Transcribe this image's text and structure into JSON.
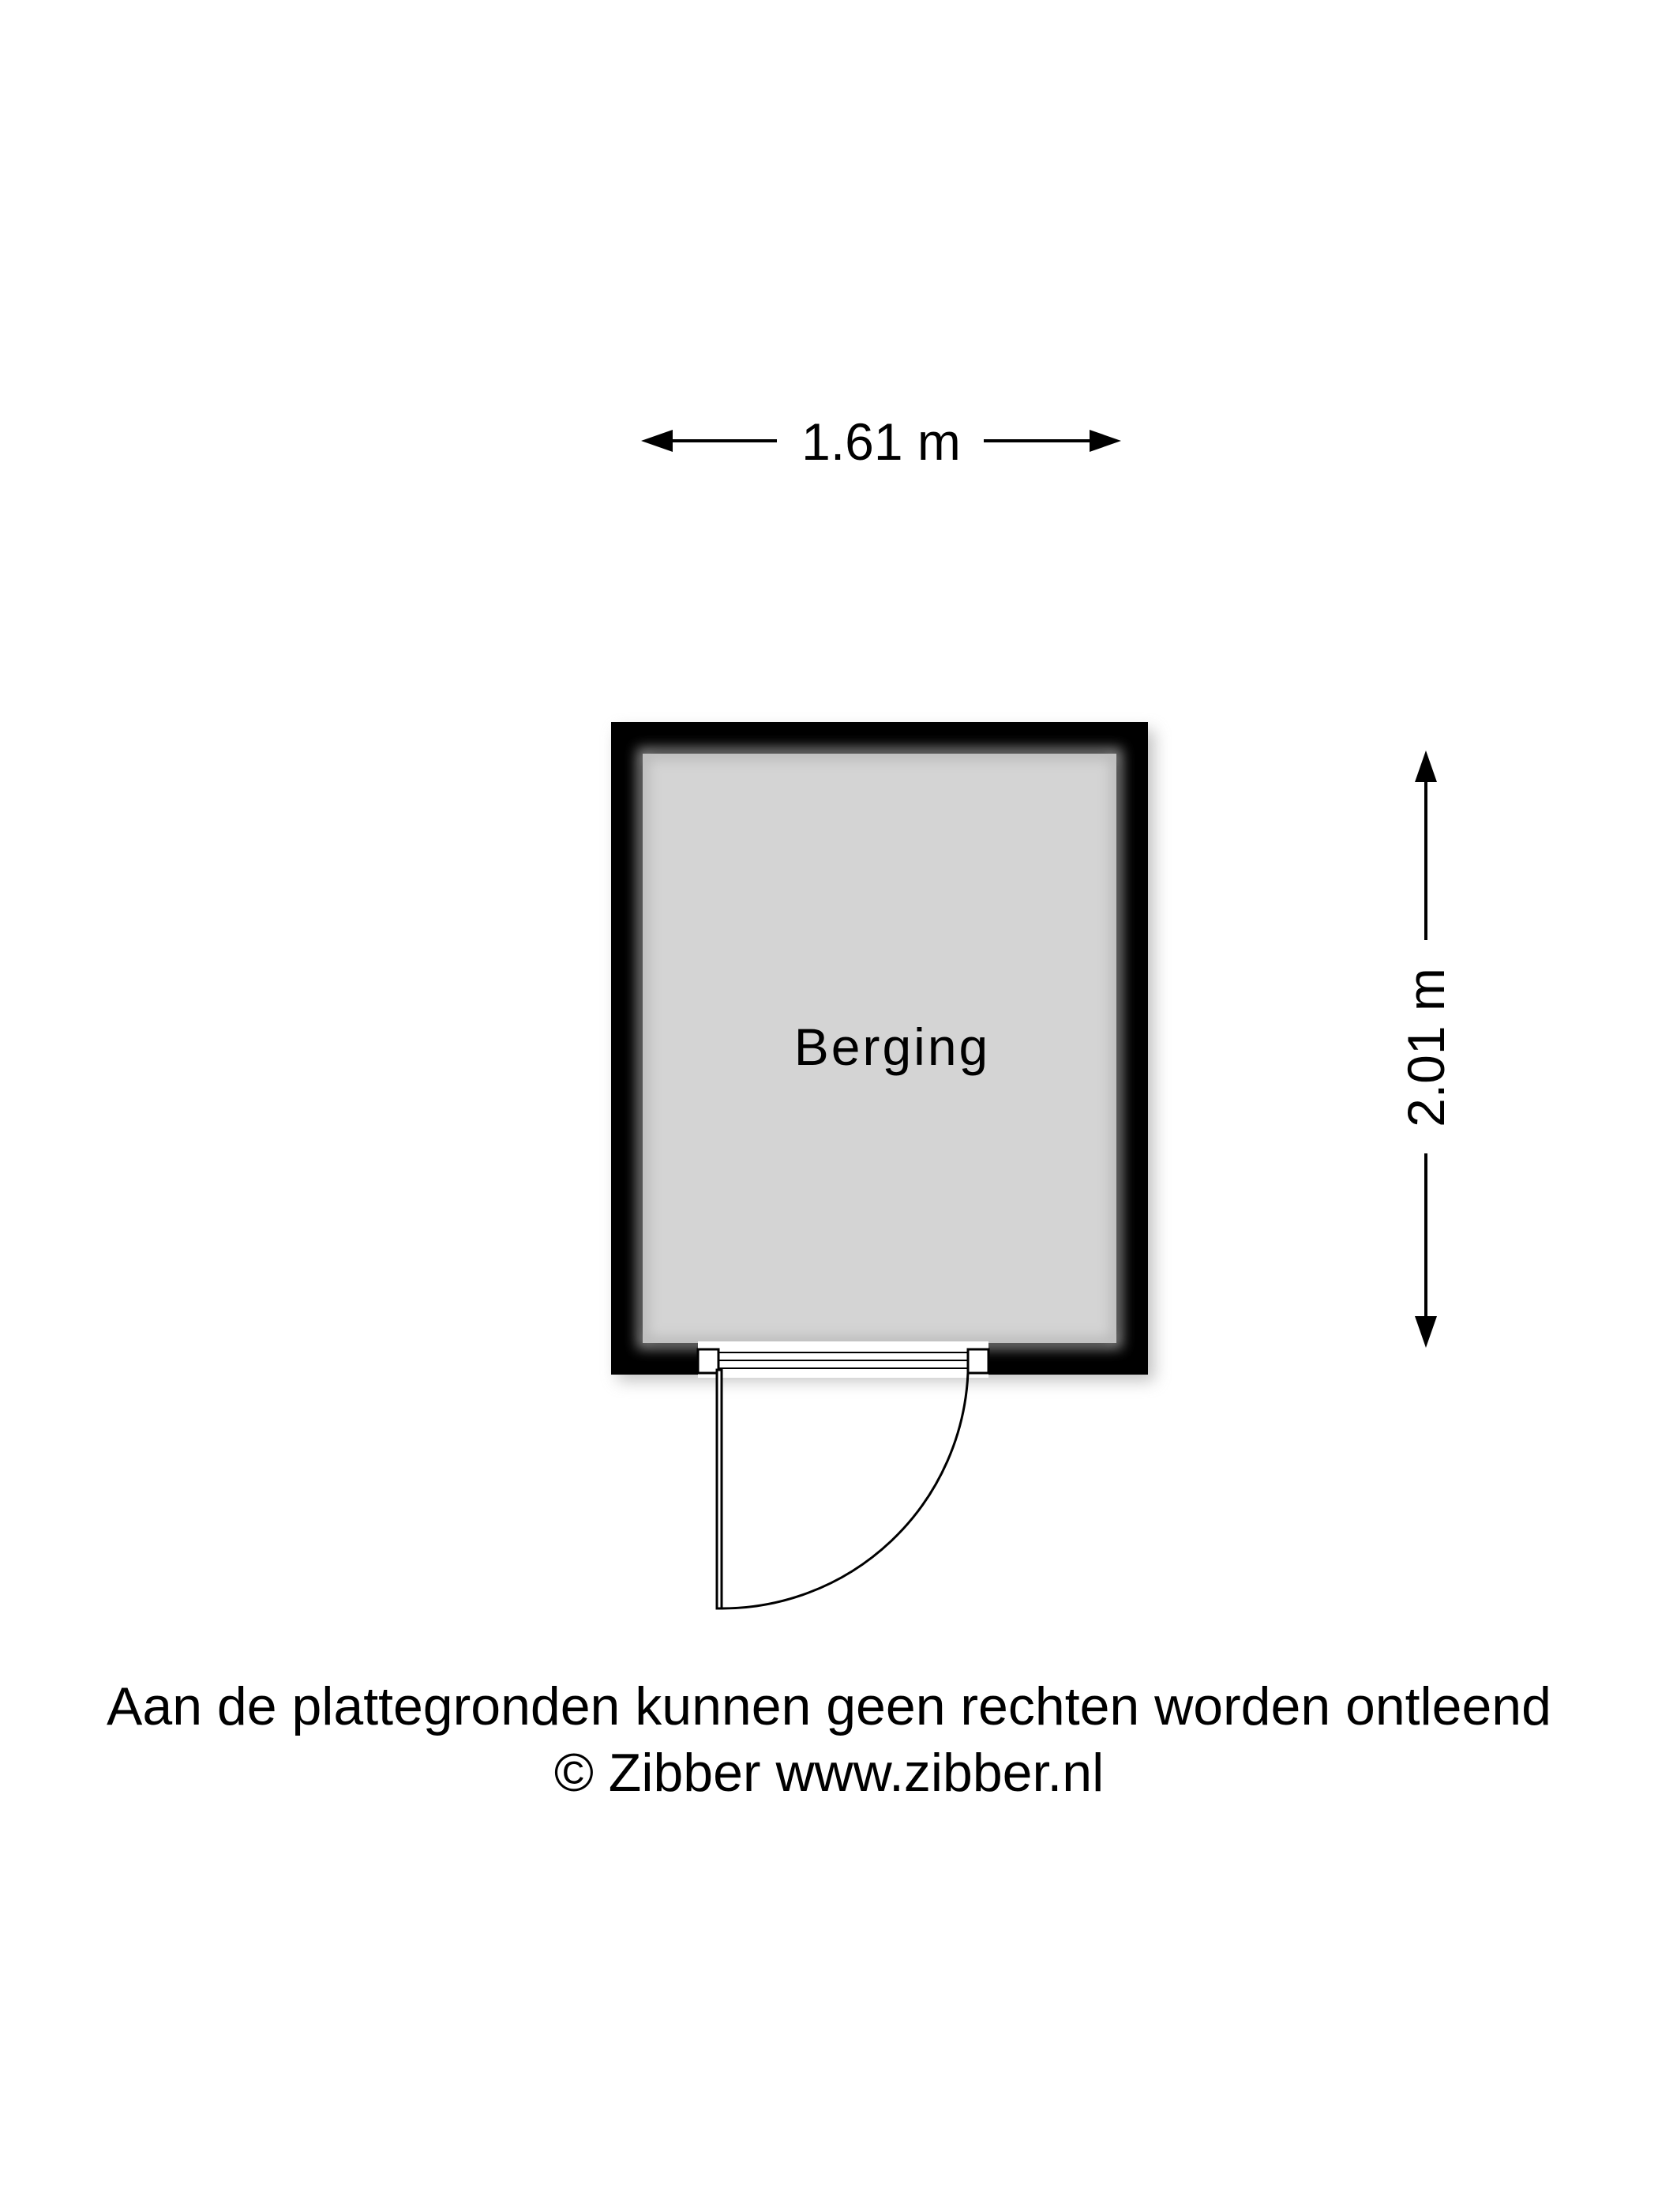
{
  "floorplan": {
    "room_name": "Berging",
    "width_label": "1.61 m",
    "depth_label": "2.01 m"
  },
  "footer": {
    "disclaimer": "Aan de plattegronden kunnen geen rechten worden ontleend",
    "copyright": "© Zibber www.zibber.nl"
  },
  "colors": {
    "wall": "#000000",
    "floor": "#d4d4d4",
    "background": "#ffffff"
  }
}
